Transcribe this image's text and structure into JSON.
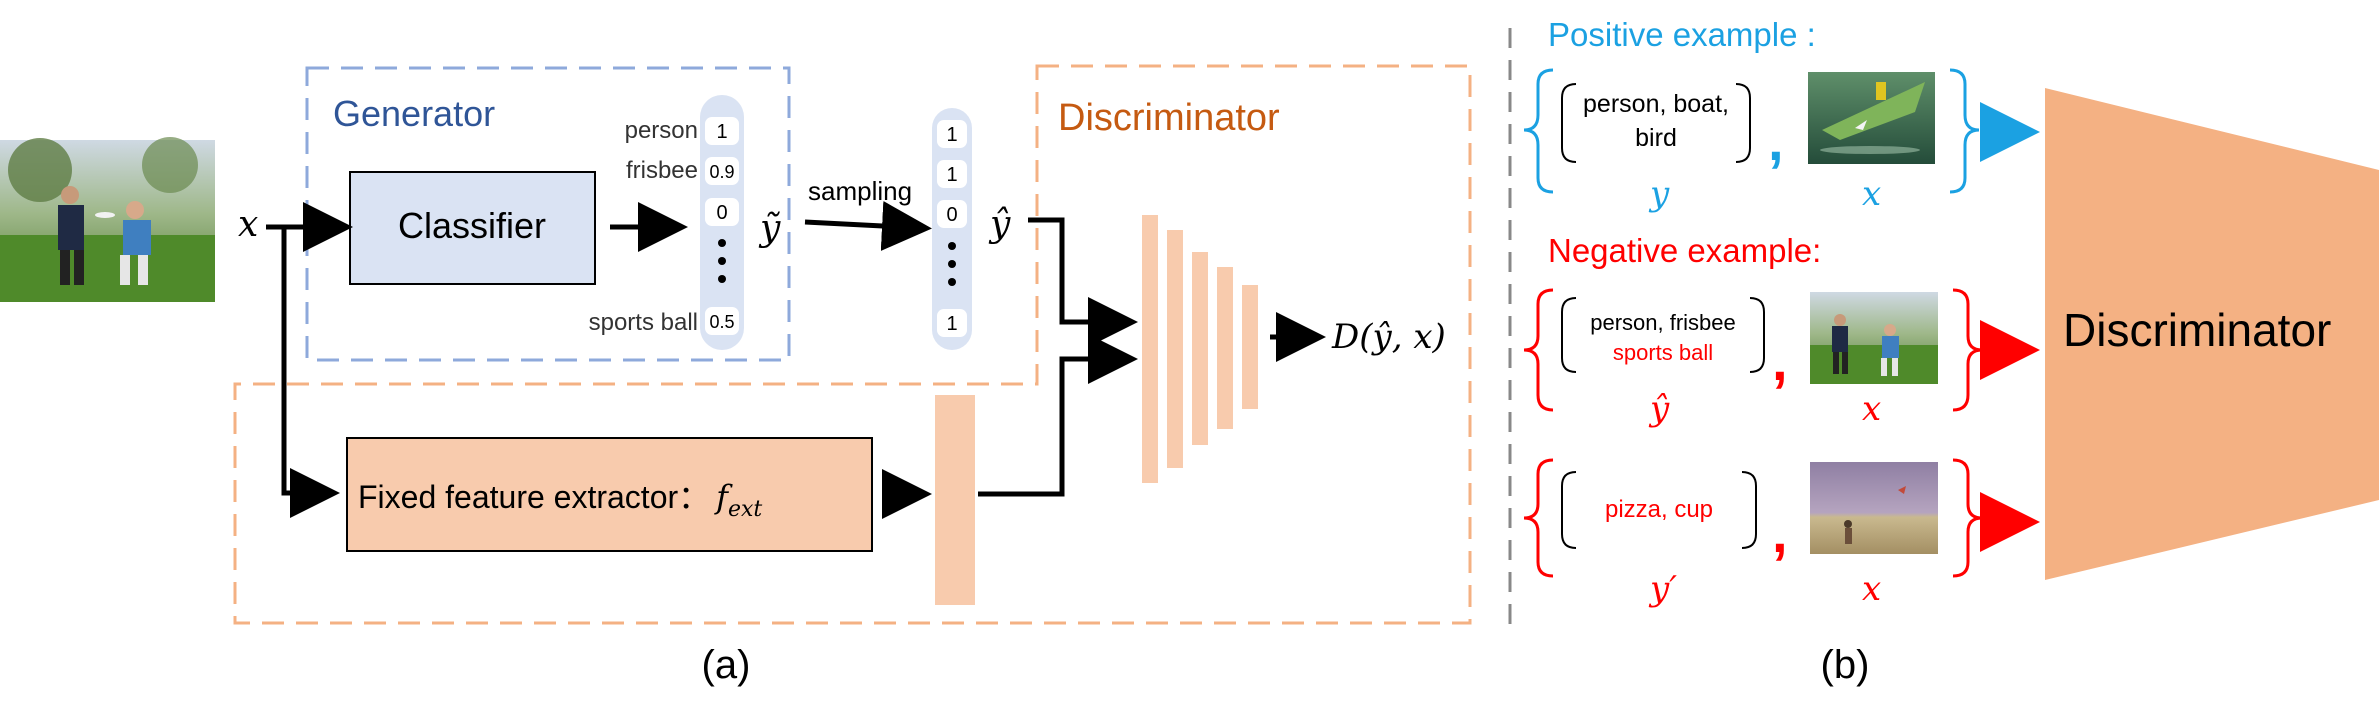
{
  "panel_a": {
    "caption": "(a)",
    "input_symbol": "x",
    "generator": {
      "title": "Generator",
      "classifier_label": "Classifier"
    },
    "label_vector": {
      "labels": [
        "person",
        "frisbee",
        "sports ball"
      ],
      "probabilities": [
        "1",
        "0.9",
        "0",
        "0.5"
      ],
      "symbol": "ỹ"
    },
    "sampling": {
      "label": "sampling",
      "values": [
        "1",
        "1",
        "0",
        "1"
      ],
      "symbol": "ŷ"
    },
    "feature_extractor": {
      "label": "Fixed feature extractor：",
      "symbol": "f",
      "subscript": "ext"
    },
    "discriminator": {
      "title": "Discriminator",
      "output": "D(ŷ, x)"
    }
  },
  "panel_b": {
    "caption": "(b)",
    "positive": {
      "title": "Positive example :",
      "labels_line1": "person, boat,",
      "labels_line2": "bird",
      "label_symbol": "y",
      "image_symbol": "x"
    },
    "negative": {
      "title": "Negative example:",
      "example1": {
        "labels_line1": "person, frisbee",
        "labels_line2": "sports ball",
        "label_symbol": "ŷ",
        "image_symbol": "x"
      },
      "example2": {
        "labels_line1": "pizza, cup",
        "label_symbol": "y′",
        "image_symbol": "x"
      }
    },
    "discriminator_label": "Discriminator"
  },
  "colors": {
    "generator_border": "#8ea9db",
    "generator_title": "#2f5597",
    "classifier_fill": "#dae3f3",
    "vector_fill": "#dae3f3",
    "discriminator_border": "#f4b183",
    "discriminator_title": "#c55a11",
    "feature_fill": "#f8cbad",
    "disc_bars": "#f8cbad",
    "positive": "#1ba1e2",
    "negative": "#ff0000",
    "disc_shape": "#f4b183"
  },
  "icons": [
    "photo-players",
    "photo-boat",
    "photo-players",
    "photo-beach"
  ]
}
